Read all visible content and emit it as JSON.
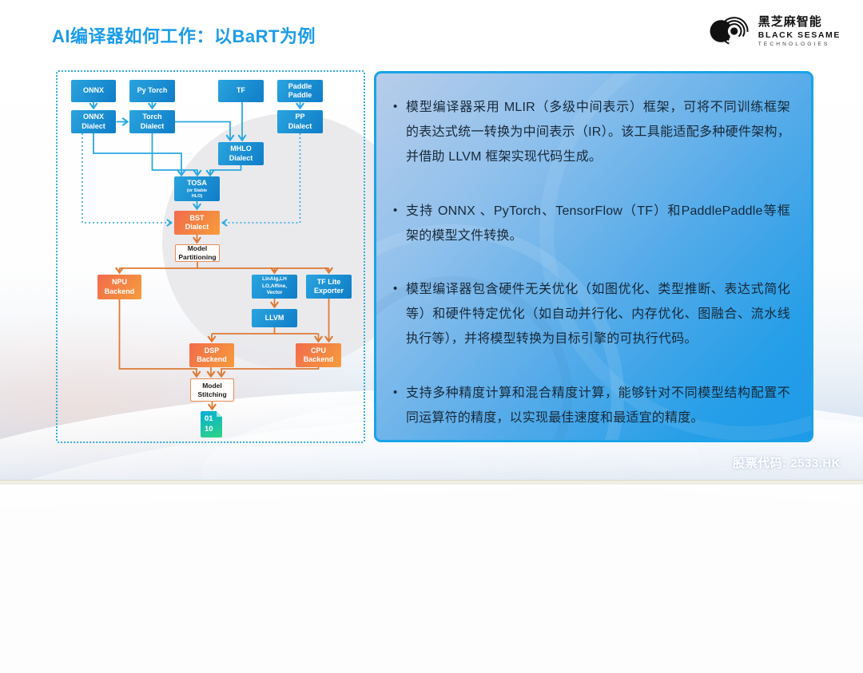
{
  "slide": {
    "title": "AI编译器如何工作：以BaRT为例",
    "stock_code": "股票代码: 2533.HK"
  },
  "logo": {
    "icon": "black-sesame-logo-icon",
    "company_cn": "黑芝麻智能",
    "company_en": "BLACK SESAME",
    "company_sub": "TECHNOLOGIES"
  },
  "flowchart": {
    "nodes": [
      {
        "id": "onnx",
        "label": "ONNX"
      },
      {
        "id": "pytorch",
        "label": "Py Torch"
      },
      {
        "id": "tf",
        "label": "TF"
      },
      {
        "id": "paddlepaddle",
        "label": "Paddle\nPaddle"
      },
      {
        "id": "onnx-dialect",
        "label": "ONNX\nDialect"
      },
      {
        "id": "torch-dialect",
        "label": "Torch\nDialect"
      },
      {
        "id": "pp-dialect",
        "label": "PP\nDialect"
      },
      {
        "id": "mhlo-dialect",
        "label": "MHLO\nDialect"
      },
      {
        "id": "tosa",
        "label": "TOSA",
        "sublabel": "(or Stable\nHLO)"
      },
      {
        "id": "bst-dialect",
        "label": "BST\nDialect"
      },
      {
        "id": "model-partitioning",
        "label": "Model\nPartitioning"
      },
      {
        "id": "npu-backend",
        "label": "NPU\nBackend"
      },
      {
        "id": "linalg-lhlo-affine-vector",
        "label": "LinAlg,LH\nLO,Affine,\nVector"
      },
      {
        "id": "tflite-exporter",
        "label": "TF Lite\nExporter"
      },
      {
        "id": "llvm",
        "label": "LLVM"
      },
      {
        "id": "dsp-backend",
        "label": "DSP\nBackend"
      },
      {
        "id": "cpu-backend",
        "label": "CPU\nBackend"
      },
      {
        "id": "model-stitching",
        "label": "Model\nStitching"
      },
      {
        "id": "binary-output",
        "label": "01\n10"
      }
    ]
  },
  "panel": {
    "bullet_char": "•",
    "bullets": [
      "模型编译器采用 MLIR（多级中间表示）框架，可将不同训练框架的表达式统一转换为中间表示（IR）。该工具能适配多种硬件架构，并借助 LLVM 框架实现代码生成。",
      "支持 ONNX 、PyTorch、TensorFlow（TF）和PaddlePaddle等框架的模型文件转换。",
      "模型编译器包含硬件无关优化（如图优化、类型推断、表达式简化等）和硬件特定优化（如自动并行化、内存优化、图融合、流水线执行等），并将模型转换为目标引擎的可执行代码。",
      "支持多种精度计算和混合精度计算，能够针对不同模型结构配置不同运算符的精度，以实现最佳速度和最适宜的精度。"
    ]
  },
  "colors": {
    "title_blue": "#1b9ce8",
    "panel_border": "#1aa3e8",
    "node_blue_start": "#2aa4de",
    "node_blue_end": "#0f7dc8",
    "node_orange_start": "#f26b4c",
    "node_orange_end": "#f69c3c",
    "connector_cyan": "#2aa9e0",
    "connector_orange": "#dd7a35",
    "binary_teal": "#06aed6",
    "binary_green": "#2fd483"
  }
}
